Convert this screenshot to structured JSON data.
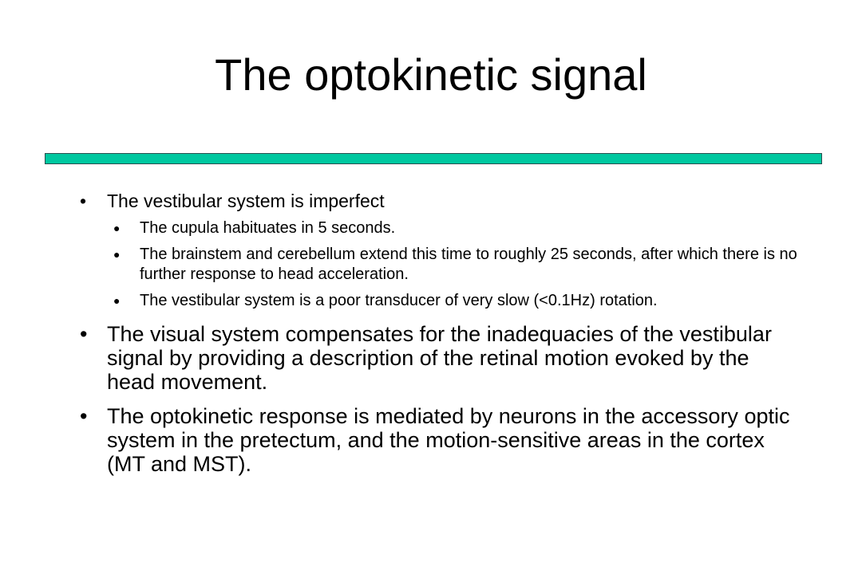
{
  "slide": {
    "title": "The optokinetic signal",
    "accent_color": "#00c8a0"
  },
  "bullets": [
    {
      "text": "The vestibular system is imperfect",
      "sub": [
        "The cupula habituates in 5 seconds.",
        "The brainstem and cerebellum extend this time to roughly 25 seconds, after which there is no further response to head acceleration.",
        "The vestibular system is a poor transducer of very slow (<0.1Hz) rotation."
      ]
    },
    {
      "text": "The visual system compensates for the inadequacies of the vestibular signal by providing a description of the retinal motion evoked by the head movement."
    },
    {
      "text": "The optokinetic response is mediated by neurons in the accessory optic system in the pretectum, and the motion-sensitive areas in the cortex (MT and MST)."
    }
  ],
  "bullet_glyphs": {
    "level1": "•",
    "level2": "●"
  }
}
